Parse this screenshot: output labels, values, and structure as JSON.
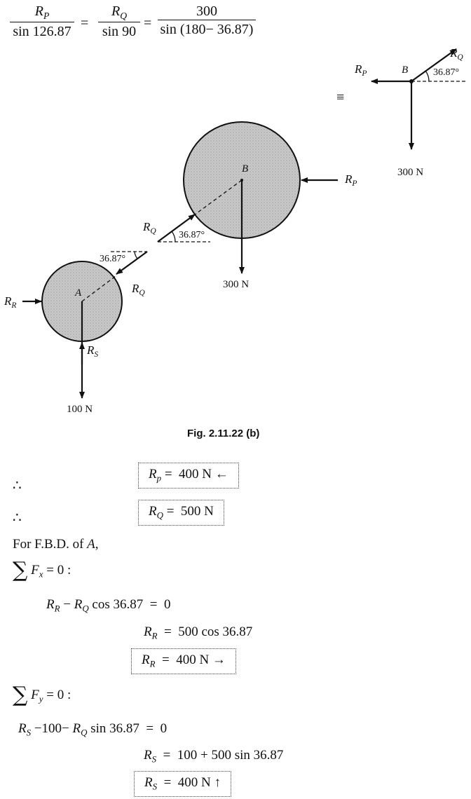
{
  "equation_top": {
    "frac1": {
      "num_main": "R",
      "num_sub": "P",
      "den": "sin 126.87"
    },
    "eq1": "=",
    "frac2": {
      "num_main": "R",
      "num_sub": "Q",
      "den": "sin 90"
    },
    "eq2": "=",
    "frac3": {
      "num": "300",
      "den": "sin (180− 36.87)"
    }
  },
  "figure": {
    "equiv_symbol": "≡",
    "label_B_big": "B",
    "label_A": "A",
    "label_B_small": "B",
    "rp_big": {
      "main": "R",
      "sub": "P"
    },
    "rp_small": {
      "main": "R",
      "sub": "P"
    },
    "rq_small": {
      "main": "R",
      "sub": "Q"
    },
    "rq_upper": {
      "main": "R",
      "sub": "Q"
    },
    "rq_lower": {
      "main": "R",
      "sub": "Q"
    },
    "rr": {
      "main": "R",
      "sub": "R"
    },
    "rs": {
      "main": "R",
      "sub": "S"
    },
    "force_300_big": "300 N",
    "force_300_small": "300 N",
    "force_100": "100 N",
    "angle_a": "36.87°",
    "angle_b": "36.87°",
    "angle_c": "36.87°",
    "caption": "Fig. 2.11.22 (b)"
  },
  "results": {
    "therefore1": "∴",
    "therefore2": "∴",
    "rp_box": {
      "main": "R",
      "sub": "p",
      "rest": " =  400 N ←"
    },
    "rq_box": {
      "main": "R",
      "sub": "Q",
      "rest": " =  500 N"
    }
  },
  "fbd_heading": {
    "prefix": "For F.B.D. of ",
    "var": "A",
    "suffix": ","
  },
  "sum_fx": {
    "sigma": "∑",
    "F": "F",
    "sub": "x",
    "rest": " = 0 :"
  },
  "eq_fx1": {
    "a": "R",
    "a_sub": "R",
    "b": " − ",
    "c": "R",
    "c_sub": "Q",
    "d": " cos 36.87  =  0"
  },
  "eq_fx2": {
    "a": "R",
    "a_sub": "R",
    "rest": "  =  500 cos 36.87"
  },
  "eq_fx3": {
    "a": "R",
    "a_sub": "R",
    "rest": "  =  400 N →"
  },
  "sum_fy": {
    "sigma": "∑",
    "F": "F",
    "sub": "y",
    "rest": " = 0 :"
  },
  "eq_fy1": {
    "a": "R",
    "a_sub": "S",
    "b": " −100− ",
    "c": "R",
    "c_sub": "Q",
    "d": " sin 36.87  =  0"
  },
  "eq_fy2": {
    "a": "R",
    "a_sub": "S",
    "rest": "  =  100 + 500 sin 36.87"
  },
  "eq_fy3": {
    "a": "R",
    "a_sub": "S",
    "rest": "  =  400 N ↑"
  }
}
